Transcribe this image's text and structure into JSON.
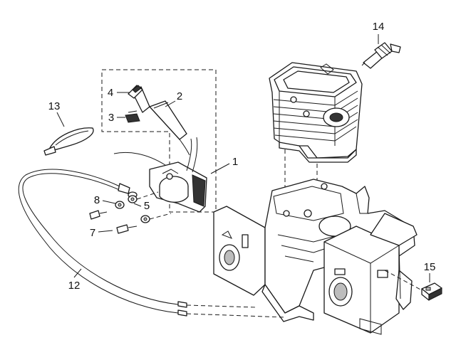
{
  "callouts": [
    {
      "id": "c1",
      "label": "1"
    },
    {
      "id": "c2",
      "label": "2"
    },
    {
      "id": "c3",
      "label": "3"
    },
    {
      "id": "c4",
      "label": "4"
    },
    {
      "id": "c5",
      "label": "5"
    },
    {
      "id": "c7",
      "label": "7"
    },
    {
      "id": "c8",
      "label": "8"
    },
    {
      "id": "c12",
      "label": "12"
    },
    {
      "id": "c13",
      "label": "13"
    },
    {
      "id": "c14",
      "label": "14"
    },
    {
      "id": "c15",
      "label": "15"
    }
  ]
}
